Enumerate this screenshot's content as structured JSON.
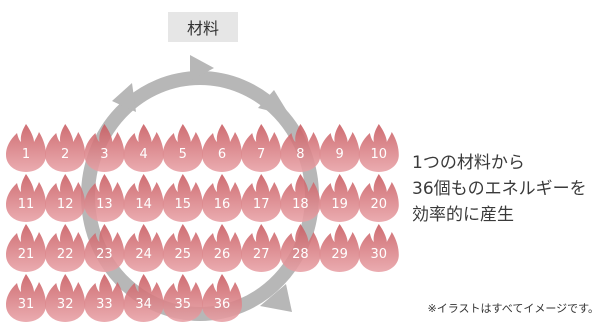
{
  "top_label": "材料",
  "flames": [
    "1",
    "2",
    "3",
    "4",
    "5",
    "6",
    "7",
    "8",
    "9",
    "10",
    "11",
    "12",
    "13",
    "14",
    "15",
    "16",
    "17",
    "18",
    "19",
    "20",
    "21",
    "22",
    "23",
    "24",
    "25",
    "26",
    "27",
    "28",
    "29",
    "30",
    "31",
    "32",
    "33",
    "34",
    "35",
    "36"
  ],
  "message": [
    "1つの材料から",
    "36個ものエネルギーを",
    "効率的に産生"
  ],
  "note": "※イラストはすべてイメージです。",
  "colors": {
    "flame_top": "#c85a5f",
    "flame_bottom": "#e8a1a6",
    "cycle": "#b7b7b7",
    "label_bg": "#e6e6e6"
  }
}
